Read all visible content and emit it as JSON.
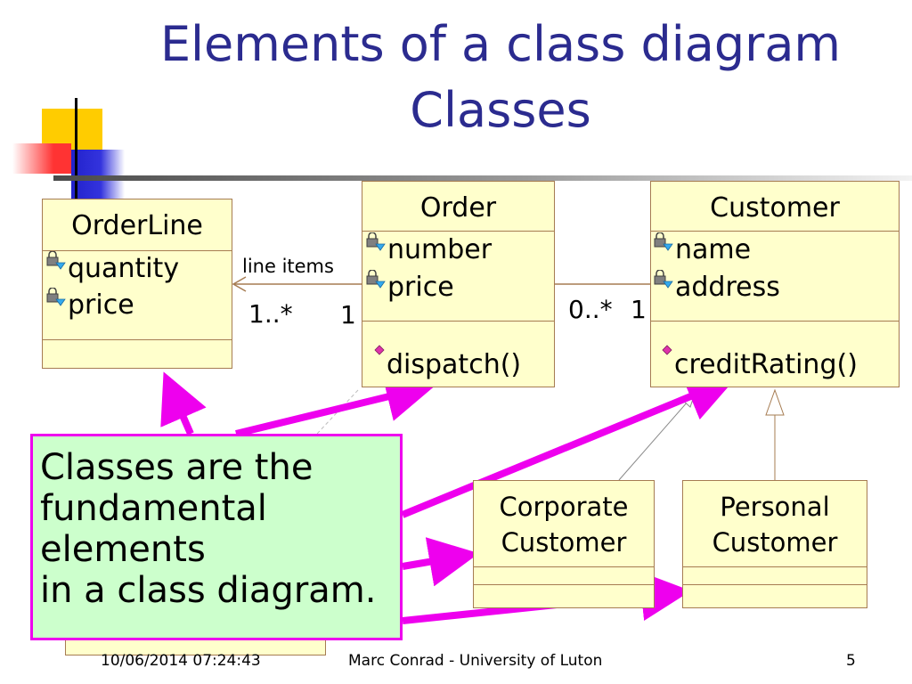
{
  "title": {
    "line1": "Elements of a class diagram",
    "line2": "Classes"
  },
  "classes": {
    "orderline": {
      "name": "OrderLine",
      "attributes": [
        "quantity",
        "price"
      ]
    },
    "order": {
      "name": "Order",
      "attributes": [
        "number",
        "price"
      ],
      "operations": [
        "dispatch()"
      ]
    },
    "customer": {
      "name": "Customer",
      "attributes": [
        "name",
        "address"
      ],
      "operations": [
        "creditRating()"
      ]
    },
    "corporate": {
      "name_line1": "Corporate",
      "name_line2": "Customer"
    },
    "personal": {
      "name_line1": "Personal",
      "name_line2": "Customer"
    }
  },
  "associations": {
    "line_items": {
      "role": "line items",
      "mult_orderline": "1..*",
      "mult_order": "1"
    },
    "order_customer": {
      "mult_order": "0..*",
      "mult_customer": "1"
    }
  },
  "callout": {
    "lines": [
      "Classes are the",
      "fundamental",
      "elements",
      "in a class diagram."
    ]
  },
  "footer": {
    "date": "10/06/2014 07:24:43",
    "author": "Marc Conrad - University of Luton",
    "page": "5"
  },
  "colors": {
    "title": "#2b2b8f",
    "class_fill": "#ffffcc",
    "class_border": "#a67c52",
    "callout_fill": "#ccffcc",
    "arrow": "#ee00ee"
  }
}
